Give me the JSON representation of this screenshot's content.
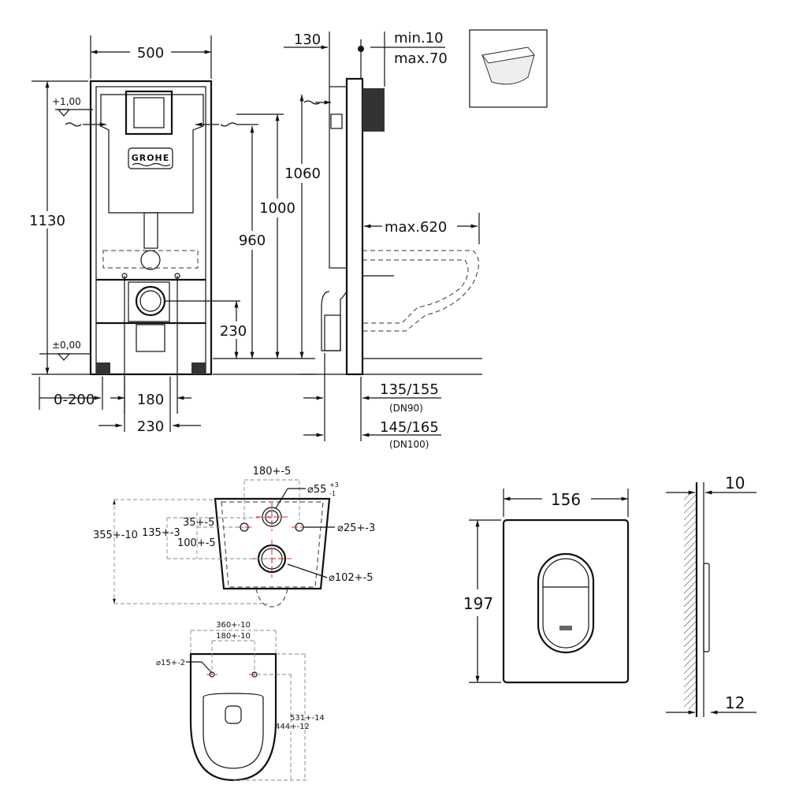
{
  "front_view": {
    "brand": "GROHE",
    "width": "500",
    "level_top": "+1,00",
    "level_zero": "±0,00",
    "height_total": "1130",
    "height_1060": "1060",
    "height_1000": "1000",
    "height_960": "960",
    "height_230": "230",
    "feet_range": "0-200",
    "spacing_180": "180",
    "spacing_230": "230"
  },
  "side_view": {
    "depth": "130",
    "wall_min": "min.10",
    "wall_max": "max.70",
    "projection": "max.620",
    "dn90_value": "135/155",
    "dn90_label": "(DN90)",
    "dn100_value": "145/165",
    "dn100_label": "(DN100)"
  },
  "bowl_back_view": {
    "bolt_spacing": "180+-5",
    "inlet_diameter": "⌀55",
    "inlet_tol_plus": "+3",
    "inlet_tol_minus": "-1",
    "height": "355+-10",
    "dist_135": "135+-3",
    "dist_35": "35+-5",
    "dist_100": "100+-5",
    "bolt_diameter": "⌀25+-3",
    "outlet_diameter": "⌀102+-5"
  },
  "seat_top_view": {
    "width": "360+-10",
    "hinge_spacing": "180+-10",
    "hinge_diameter": "⌀15+-2",
    "length": "531+-14",
    "hinge_to_front": "444+-12"
  },
  "flush_plate": {
    "width": "156",
    "height": "197",
    "depth_top": "10",
    "depth_bottom": "12"
  }
}
